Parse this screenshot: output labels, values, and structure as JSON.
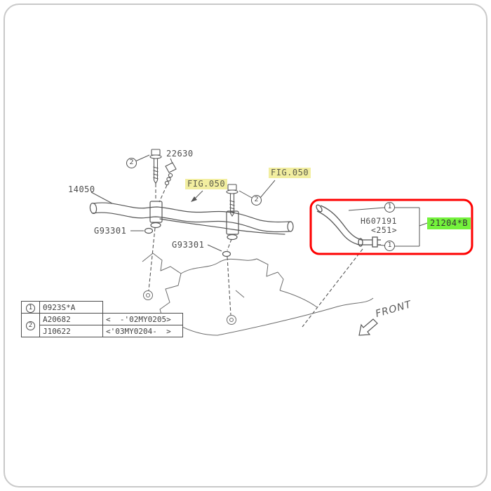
{
  "labels": {
    "part_22630": "22630",
    "part_14050": "14050",
    "fig_050_left": "FIG.050",
    "fig_050_right": "FIG.050",
    "g93301_left": "G93301",
    "g93301_right": "G93301",
    "hose_part_number": "H607191",
    "hose_part_qty": "<251>",
    "highlighted_part_number": "21204*B",
    "front_label": "FRONT"
  },
  "callouts": {
    "one": "1",
    "two": "2"
  },
  "legend": {
    "rows": [
      {
        "marker": "1",
        "code": "0923S*A",
        "range": ""
      },
      {
        "marker": "2",
        "code": "A20682",
        "range": "<  -'02MY0205>"
      },
      {
        "marker": "2",
        "code": "J10622",
        "range": "<'03MY0204-  >"
      }
    ]
  },
  "colors": {
    "highlight_red": "#fe0000",
    "highlight_green": "#74f23c",
    "highlight_yellow": "#f2eea0",
    "line_gray": "#565656",
    "frame_gray": "#c9c9c9"
  }
}
